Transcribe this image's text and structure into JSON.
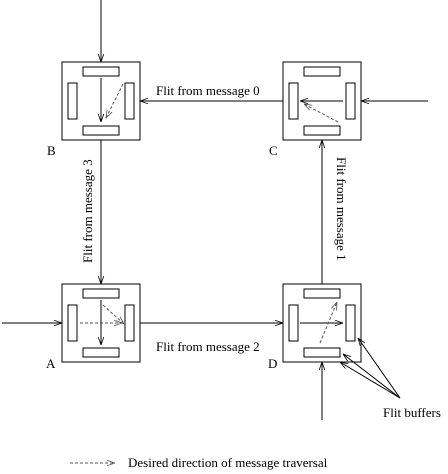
{
  "routers": {
    "a": "A",
    "b": "B",
    "c": "C",
    "d": "D"
  },
  "messages": {
    "m0": "Flit from message 0",
    "m1": "Flit from message 1",
    "m2": "Flit from message 2",
    "m3": "Flit from message 3"
  },
  "callout": "Flit buffers",
  "legend": "Desired direction of message traversal"
}
